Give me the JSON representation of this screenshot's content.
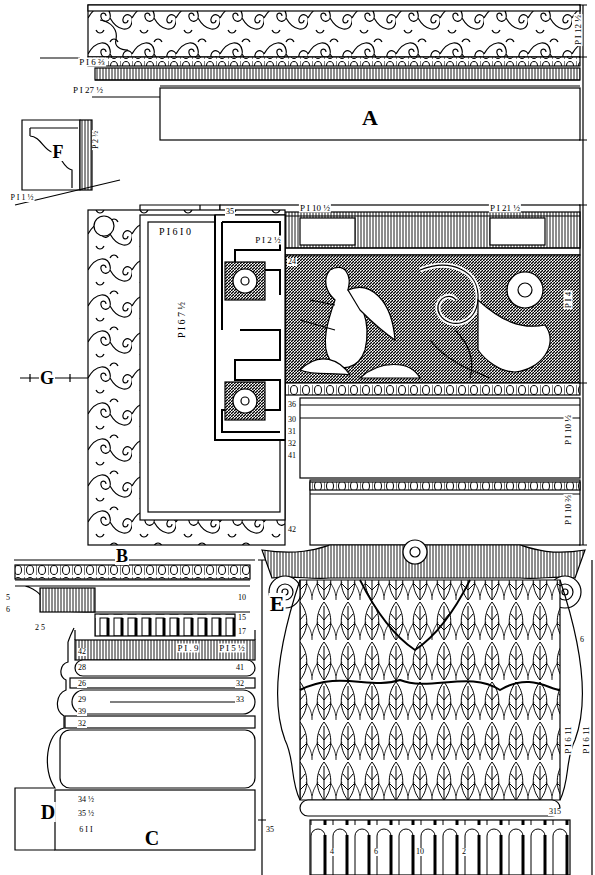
{
  "diagram": {
    "labels": [
      "A",
      "B",
      "C",
      "D",
      "E",
      "F",
      "G",
      "P I 12 ½",
      "P I 6 ⅔",
      "P I 27 ½",
      "P I 6 I 0",
      "P I 10 ½",
      "P I 21 ½",
      "P I 2 ½",
      "P I 6 7 ½",
      "P I 4",
      "P I 10 ½",
      "P I 10 ⅔",
      "24",
      "36",
      "30",
      "31",
      "32",
      "41",
      "42",
      "P I . 9",
      "P I 5 ½",
      "42",
      "28",
      "26",
      "29",
      "39",
      "32",
      "41",
      "32",
      "33",
      "34 ½",
      "35 ½",
      "6 I I",
      "P I 6 11",
      "P I 6 11",
      "315",
      "35",
      "4",
      "6",
      "10",
      "2",
      "5",
      "6",
      "2 5",
      "10",
      "15",
      "17",
      "P I 1 ½",
      "P 2 ½",
      "35",
      "6"
    ]
  }
}
